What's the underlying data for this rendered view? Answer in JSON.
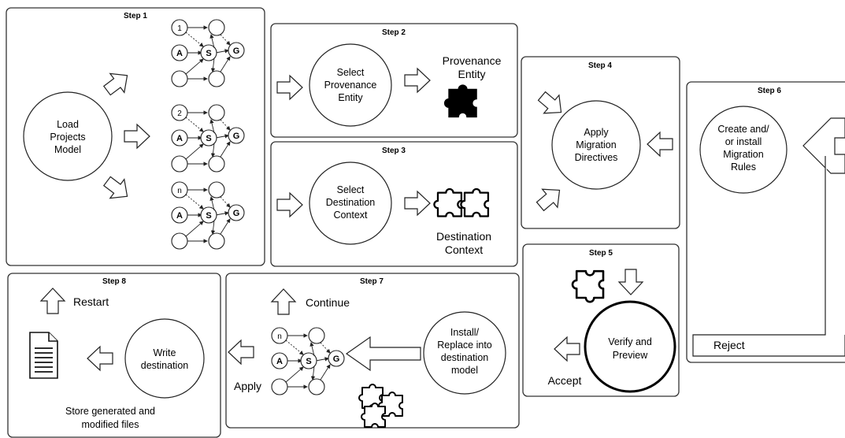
{
  "steps": {
    "s1": "Step 1",
    "s2": "Step 2",
    "s3": "Step 3",
    "s4": "Step 4",
    "s5": "Step 5",
    "s6": "Step 6",
    "s7": "Step 7",
    "s8": "Step 8"
  },
  "step1": {
    "c1": "Load",
    "c2": "Projects",
    "c3": "Model"
  },
  "step2": {
    "c1": "Select",
    "c2": "Provenance",
    "c3": "Entity",
    "side1": "Provenance",
    "side2": "Entity"
  },
  "step3": {
    "c1": "Select",
    "c2": "Destination",
    "c3": "Context",
    "side1": "Destination",
    "side2": "Context"
  },
  "step4": {
    "c1": "Apply",
    "c2": "Migration",
    "c3": "Directives"
  },
  "step5": {
    "c1": "Verify and",
    "c2": "Preview",
    "accept": "Accept"
  },
  "step6": {
    "c1": "Create and/",
    "c2": "or install",
    "c3": "Migration",
    "c4": "Rules",
    "reject": "Reject"
  },
  "step7": {
    "c1": "Install/",
    "c2": "Replace into",
    "c3": "destination",
    "c4": "model",
    "continue": "Continue",
    "apply": "Apply"
  },
  "step8": {
    "c1": "Write",
    "c2": "destination",
    "restart": "Restart",
    "store1": "Store generated and",
    "store2": "modified files"
  },
  "graph": {
    "a": "A",
    "s": "S",
    "g": "G",
    "n1": "1",
    "n2": "2",
    "nn": "n"
  }
}
